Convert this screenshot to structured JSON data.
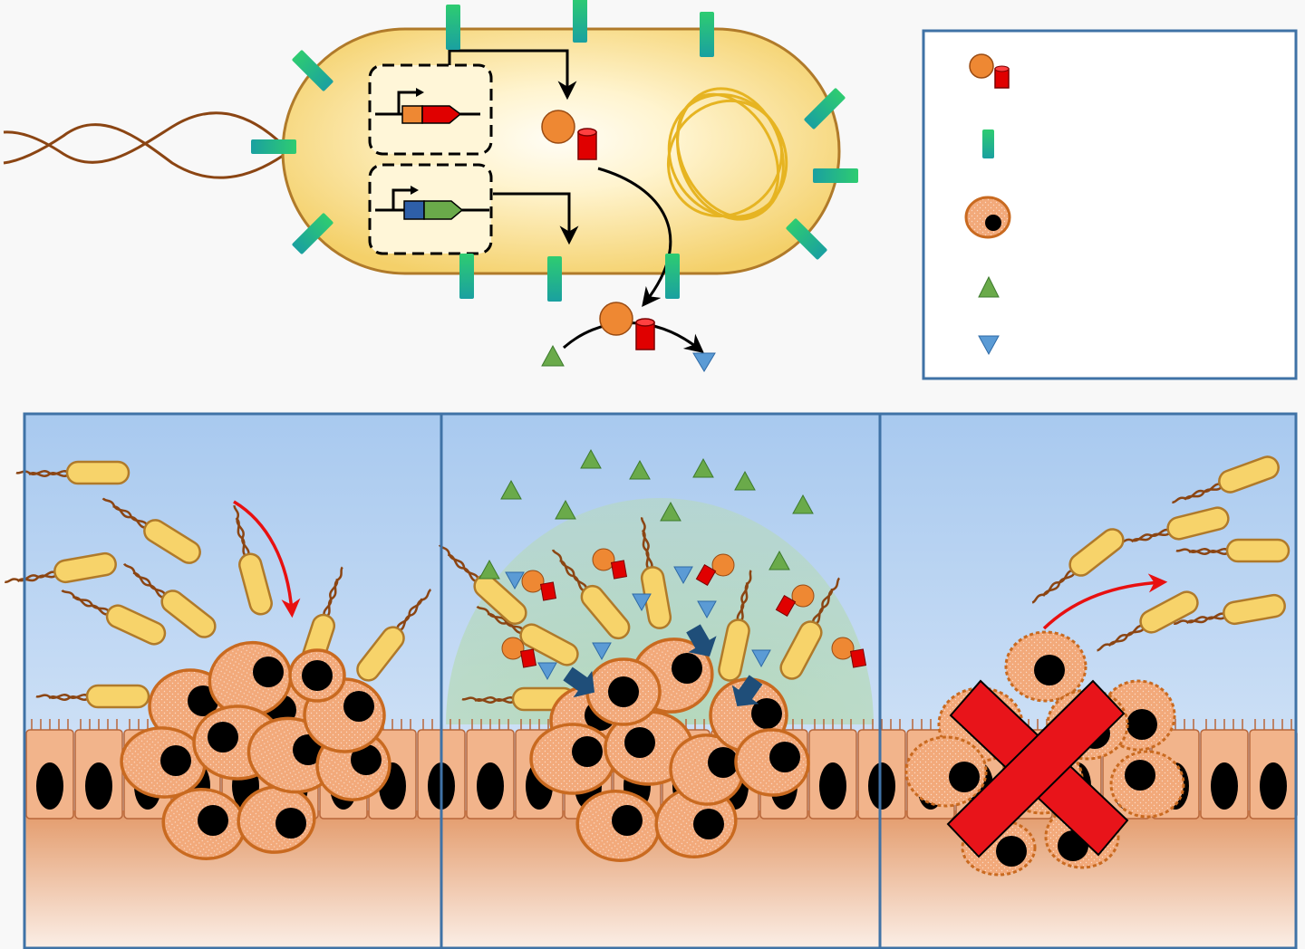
{
  "colors": {
    "background": "#f8f8f8",
    "cell_fill": "#f7d572",
    "cell_edge": "#e0b440",
    "cell_outline": "#b07a2a",
    "flagellum": "#8b4513",
    "receptor_top": "#2ecc71",
    "receptor_bottom": "#1aa0a0",
    "enzyme_orange": "#ee8833",
    "enzyme_red": "#e00000",
    "tumor_fill": "#f2a97a",
    "tumor_edge": "#c96a20",
    "nucleus": "#000000",
    "prodrug_green": "#6aaa4a",
    "drug_blue": "#5b9bd5",
    "panel_border": "#3f72a6",
    "sky_top": "#a8c9ef",
    "sky_bottom": "#e4eefa",
    "tissue_top": "#e39a6a",
    "tissue_bottom": "#fae6da",
    "cross_red": "#e8141a",
    "arrow_red": "#e81010",
    "arrow_dark_blue": "#1f4e79",
    "plasmid_gold": "#e6b422",
    "gene_orange": "#ee8833",
    "gene_red": "#e00000",
    "gene_blue": "#2e5fa8",
    "gene_green": "#6aaa4a",
    "halo_green": "#a8d59c"
  },
  "legend": {
    "items": [
      {
        "icon": "enzyme-icon",
        "label": ""
      },
      {
        "icon": "surface-protein-icon",
        "label": ""
      },
      {
        "icon": "tumor-cell-icon",
        "label": ""
      },
      {
        "icon": "prodrug-icon",
        "label": ""
      },
      {
        "icon": "active-drug-icon",
        "label": ""
      }
    ]
  },
  "panels": [
    {
      "name": "homing",
      "label": ""
    },
    {
      "name": "activation",
      "label": ""
    },
    {
      "name": "killing",
      "label": ""
    }
  ]
}
